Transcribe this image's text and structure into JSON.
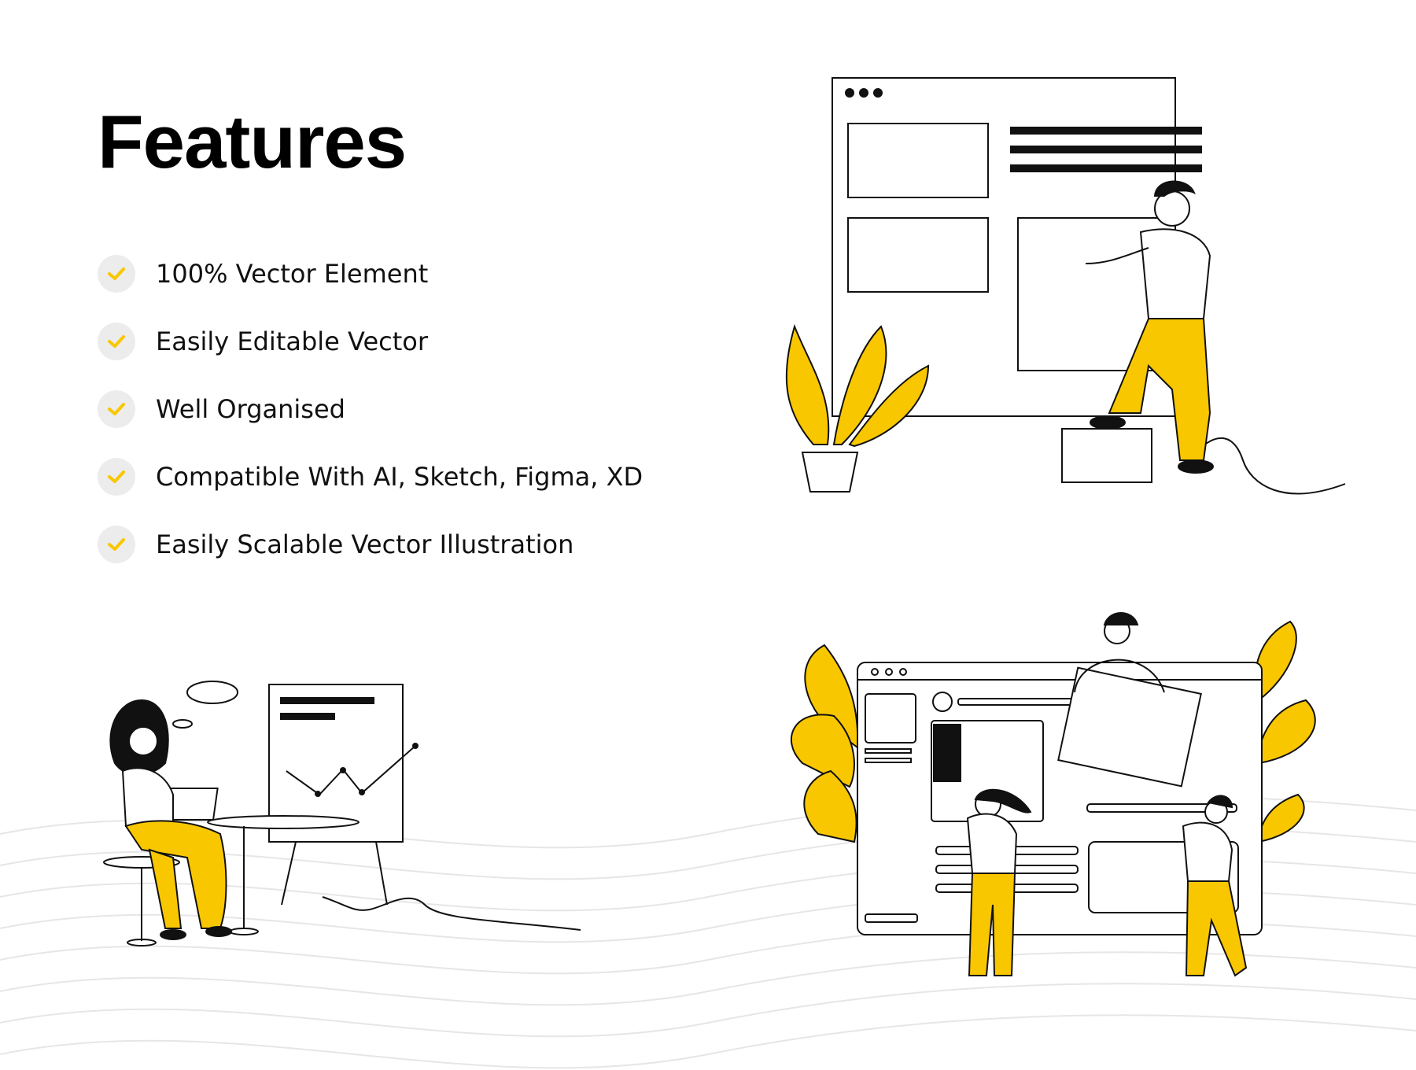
{
  "page": {
    "title": "Features"
  },
  "features": [
    {
      "label": "100% Vector Element"
    },
    {
      "label": "Easily Editable Vector"
    },
    {
      "label": "Well Organised"
    },
    {
      "label": "Compatible With AI, Sketch, Figma, XD"
    },
    {
      "label": "Easily Scalable Vector Illustration"
    }
  ],
  "colors": {
    "accent": "#F9C700",
    "ink": "#111111",
    "wave": "#e6e6e6",
    "check_bg": "#ececec"
  },
  "icons": {
    "feature_bullet": "check-icon"
  }
}
